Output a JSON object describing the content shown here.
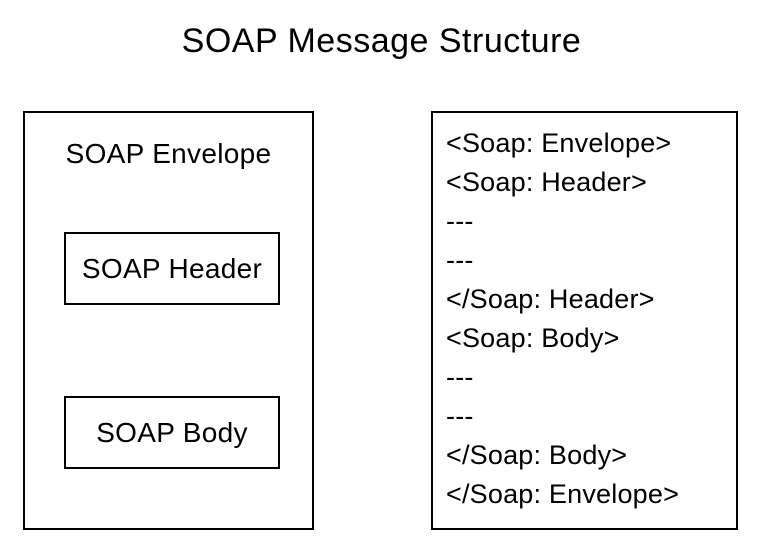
{
  "title": "SOAP Message Structure",
  "diagram": {
    "envelope_label": "SOAP Envelope",
    "header_label": "SOAP Header",
    "body_label": "SOAP Body"
  },
  "code_listing": {
    "lines": [
      "<Soap: Envelope>",
      "<Soap: Header>",
      "---",
      "---",
      "</Soap: Header>",
      "<Soap: Body>",
      "---",
      "---",
      "</Soap: Body>",
      "</Soap: Envelope>"
    ]
  },
  "colors": {
    "background": "#ffffff",
    "text": "#000000",
    "border": "#000000"
  }
}
